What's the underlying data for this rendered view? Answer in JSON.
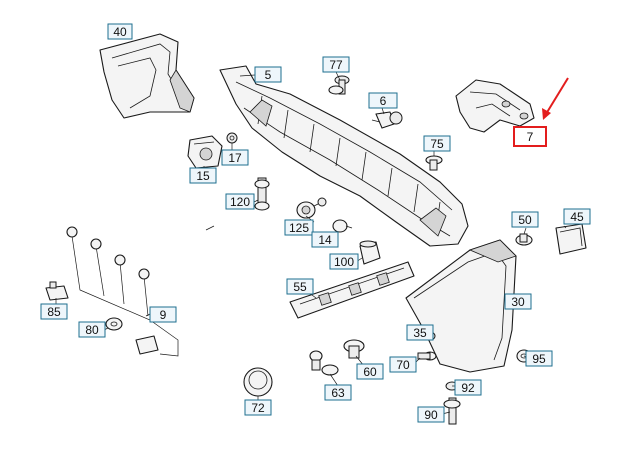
{
  "labels": {
    "p40": "40",
    "p5": "5",
    "p77": "77",
    "p6": "6",
    "p7": "7",
    "p17": "17",
    "p15": "15",
    "p75": "75",
    "p120": "120",
    "p125": "125",
    "p14": "14",
    "p50": "50",
    "p45": "45",
    "p100": "100",
    "p55": "55",
    "p85": "85",
    "p80": "80",
    "p9": "9",
    "p30": "30",
    "p35": "35",
    "p70": "70",
    "p60": "60",
    "p63": "63",
    "p95": "95",
    "p72": "72",
    "p92": "92",
    "p90": "90"
  },
  "highlight": {
    "part": "7",
    "color": "#e31d1d"
  },
  "colors": {
    "label_fill": "#eef6fb",
    "label_border": "#1e6f8f",
    "line": "#1a1a1a"
  }
}
